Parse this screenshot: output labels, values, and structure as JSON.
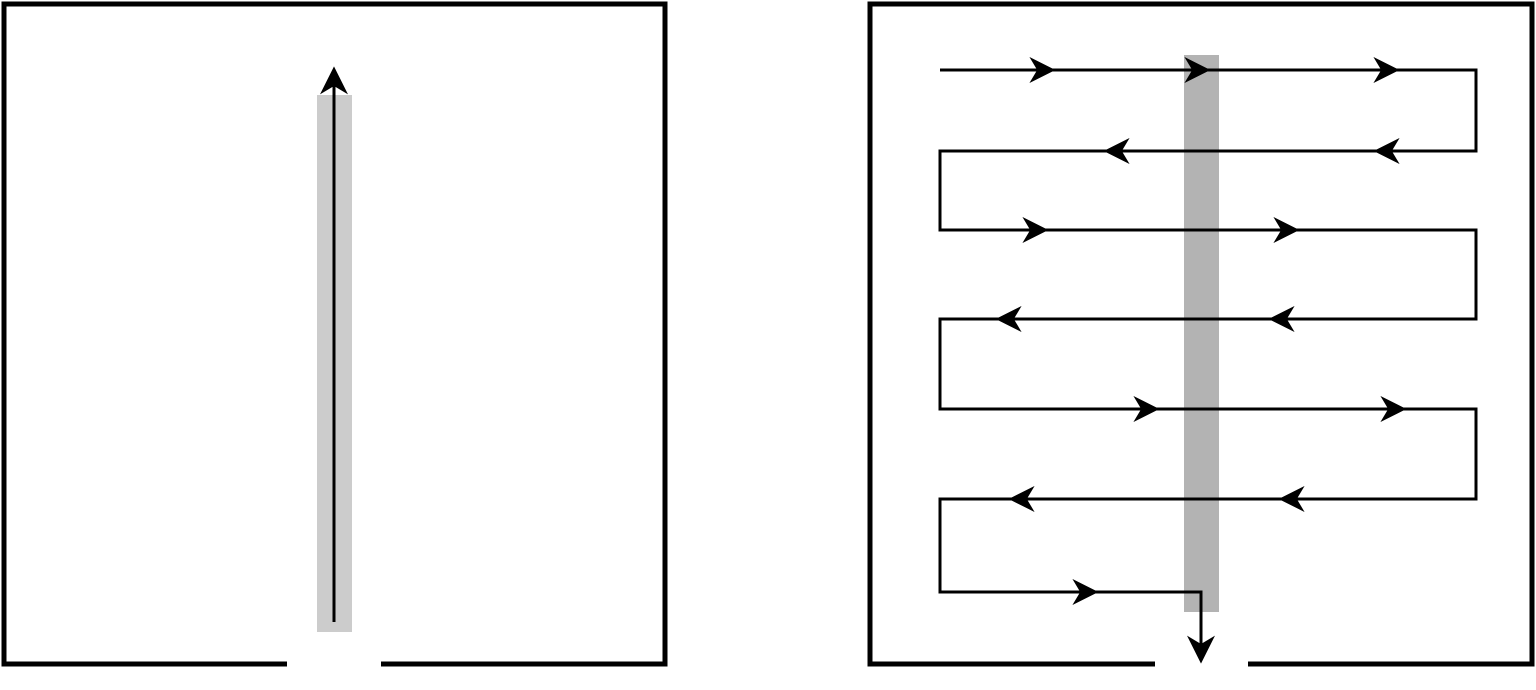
{
  "diagram": {
    "panels": [
      {
        "id": "direct-path",
        "route": "straight",
        "arrow_direction": "up",
        "has_doorway_gap": true,
        "highlight_band_color": "#cccccc"
      },
      {
        "id": "serpentine-path",
        "route": "serpentine",
        "horizontal_passes": 7,
        "exit_direction": "down",
        "has_doorway_gap": true,
        "highlight_band_color": "#b3b3b3"
      }
    ],
    "colors": {
      "stroke": "#000000",
      "background": "#ffffff",
      "left_band": "#cccccc",
      "right_band": "#b3b3b3"
    }
  }
}
